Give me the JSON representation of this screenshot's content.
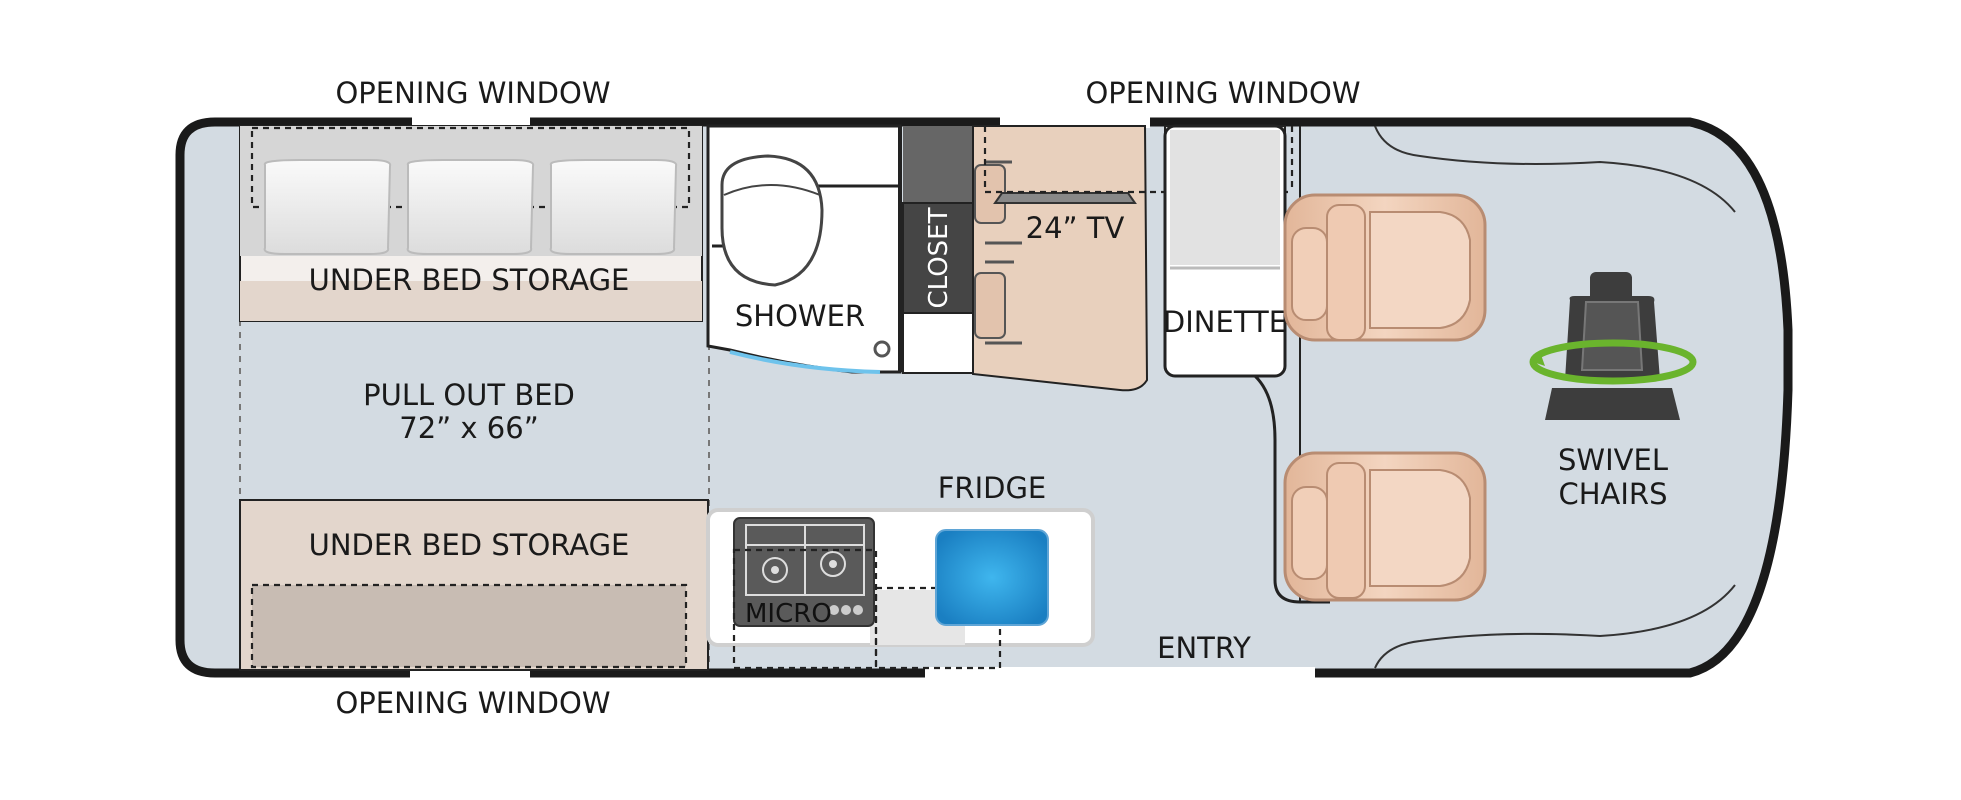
{
  "floorplan": {
    "labels": {
      "window_top_left": "OPENING WINDOW",
      "window_top_right": "OPENING WINDOW",
      "window_bottom_left": "OPENING WINDOW",
      "under_bed_storage_top": "UNDER BED STORAGE",
      "under_bed_storage_bottom": "UNDER BED STORAGE",
      "pull_out_bed_line1": "PULL OUT BED",
      "pull_out_bed_line2": "72” x 66”",
      "shower": "SHOWER",
      "closet": "CLOSET",
      "tv": "24” TV",
      "dinette": "DINETTE",
      "fridge": "FRIDGE",
      "micro": "MICRO",
      "entry": "ENTRY",
      "swivel_line1": "SWIVEL",
      "swivel_line2": "CHAIRS"
    },
    "colors": {
      "floor": "#d3dbe2",
      "wall": "#1a1a1a",
      "bed_storage": "#e3d6cc",
      "bed_pillow_area": "#d6d6d6",
      "cabinet_beige": "#e8d0bd",
      "closet": "#4d4d4d",
      "fridge_blue": "#2fa0dc",
      "swivel_ring": "#6ab42d",
      "seat_dark": "#3d3d3d",
      "chair_tan": "#ecc7ae"
    }
  }
}
